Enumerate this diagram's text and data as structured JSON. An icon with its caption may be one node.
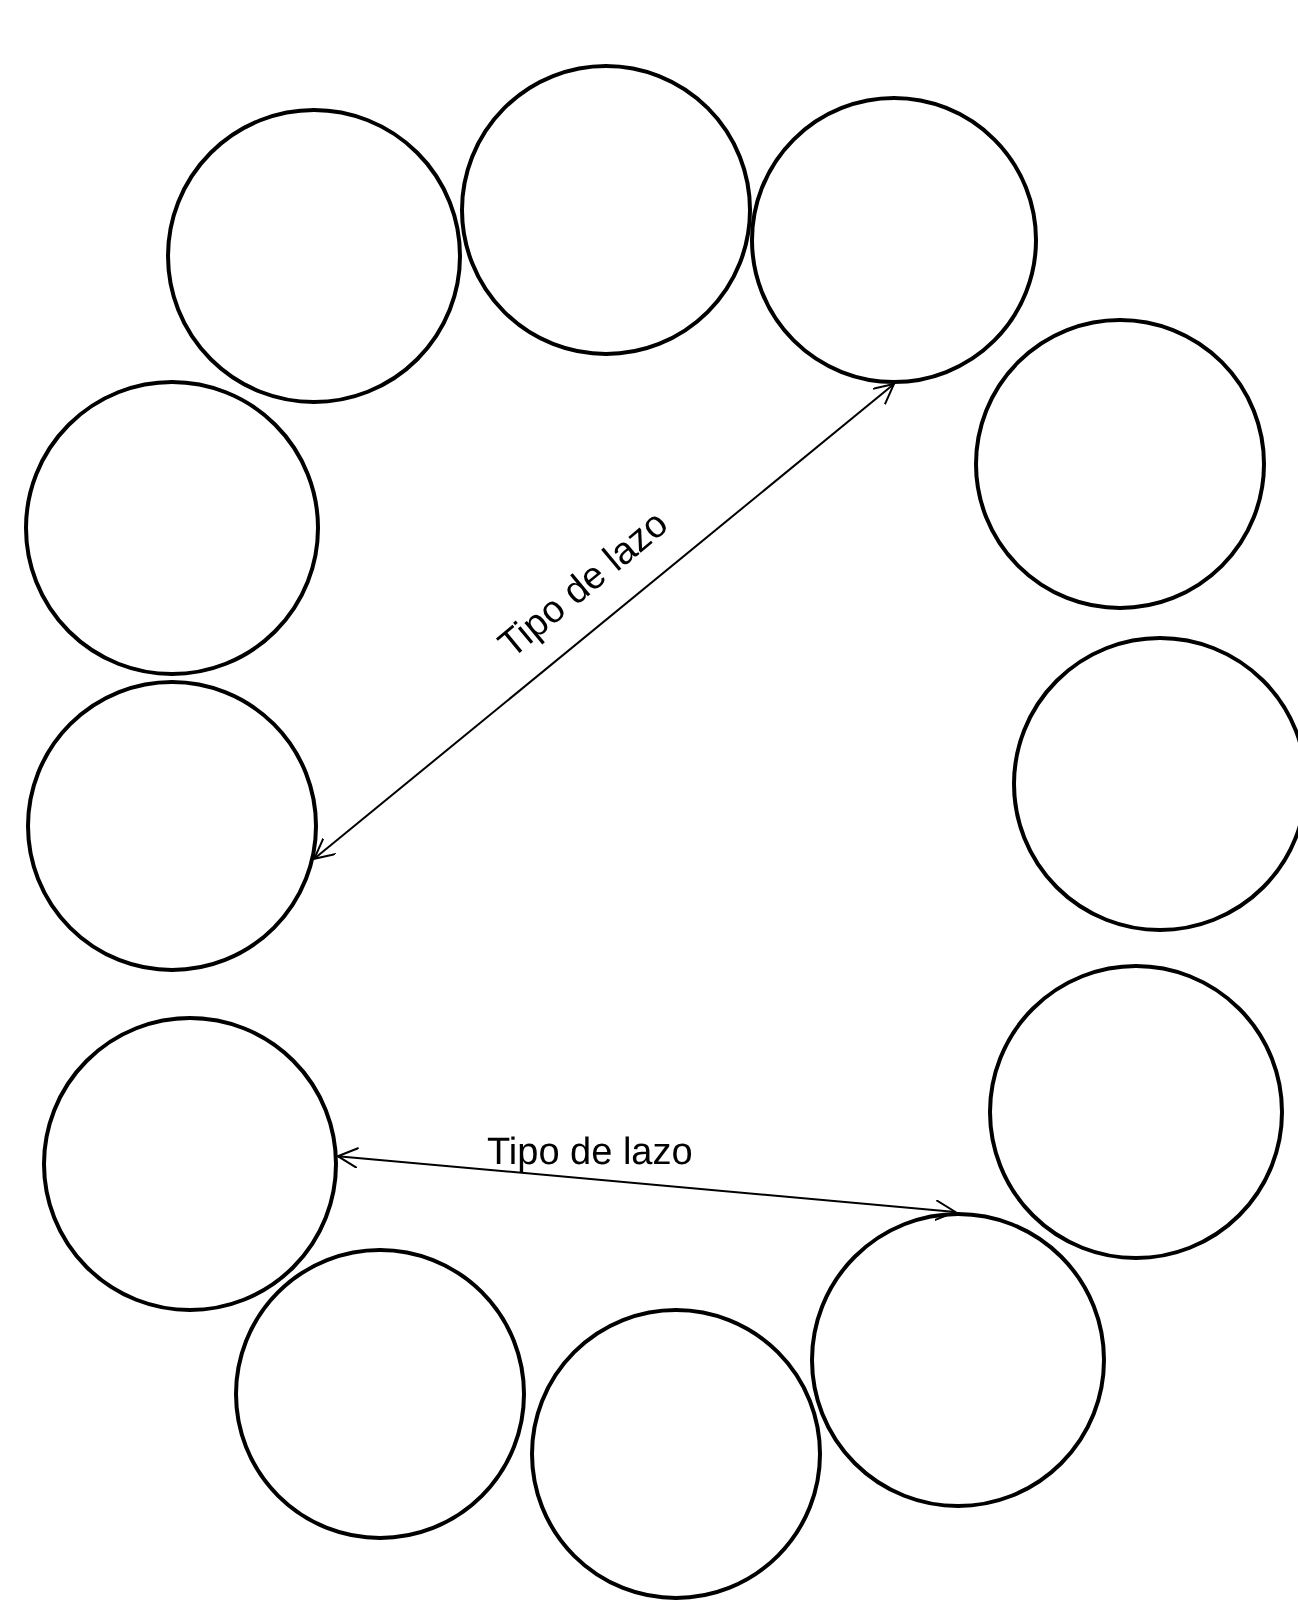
{
  "diagram": {
    "nodes": [
      {
        "text": [],
        "shape": "circle"
      },
      {
        "text": [],
        "shape": "circle"
      },
      {
        "text": [],
        "shape": "circle"
      },
      {
        "text": [],
        "shape": "circle"
      },
      {
        "text": [],
        "shape": "circle"
      },
      {
        "text": [],
        "shape": "circle"
      },
      {
        "text": [],
        "shape": "circle"
      },
      {
        "text": [],
        "shape": "circle"
      },
      {
        "text": [],
        "shape": "circle"
      },
      {
        "text": [],
        "shape": "circle"
      },
      {
        "text": [],
        "shape": "circle"
      },
      {
        "text": [],
        "shape": "circle"
      }
    ],
    "edges": [
      {
        "from": 5,
        "to": 2,
        "arrow": "both",
        "label": "Tipo de lazo"
      },
      {
        "from": 7,
        "to": 9,
        "arrow": "both",
        "label": "Tipo de lazo"
      }
    ]
  }
}
